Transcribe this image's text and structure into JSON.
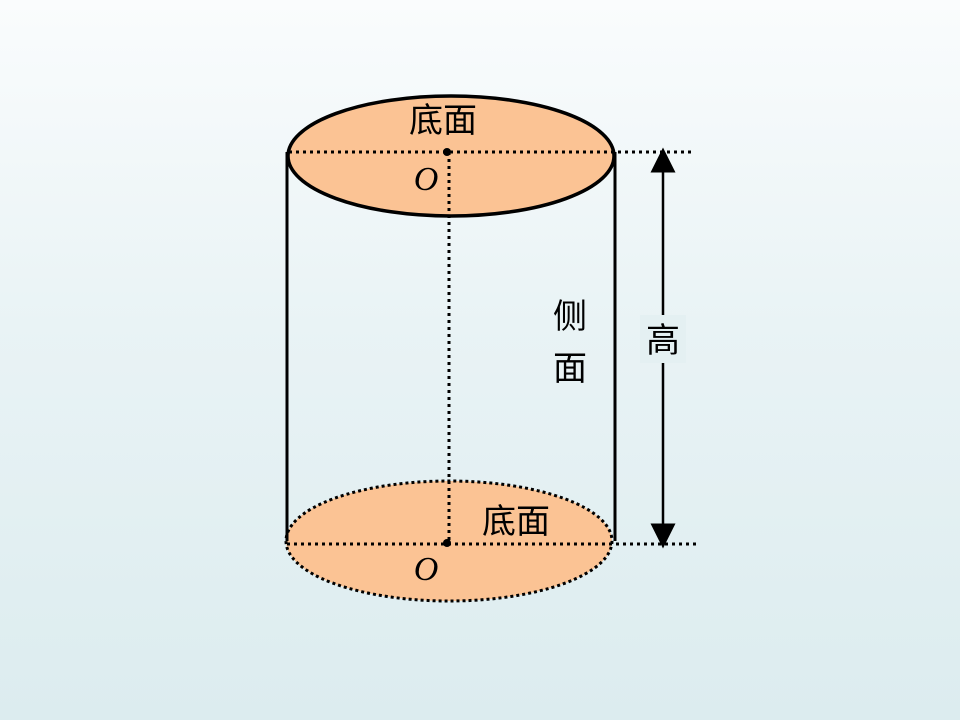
{
  "colors": {
    "base_fill": "#fbc394",
    "stroke": "#000000"
  },
  "labels": {
    "top_base": "底面",
    "bottom_base": "底面",
    "top_center": "O",
    "bottom_center": "O",
    "lateral_surface_line1": "侧",
    "lateral_surface_line2": "面",
    "height": "高"
  }
}
